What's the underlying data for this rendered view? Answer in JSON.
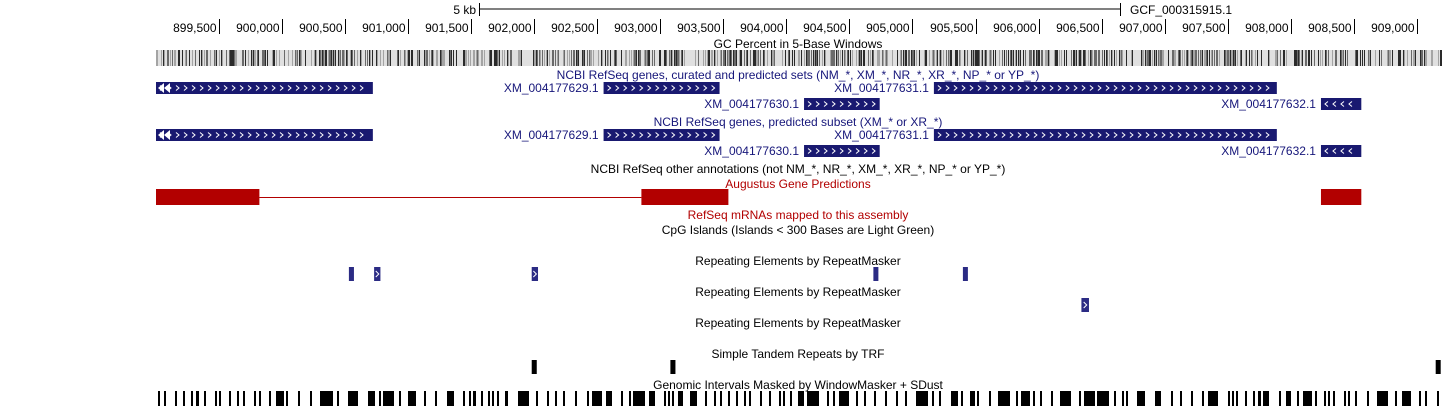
{
  "scale_bar": {
    "label": "5 kb",
    "assembly": "GCF_000315915.1"
  },
  "ruler": {
    "start": 899000,
    "end": 909200,
    "ticks": [
      899500,
      900000,
      900500,
      901000,
      901500,
      902000,
      902500,
      903000,
      903500,
      904000,
      904500,
      905000,
      905500,
      906000,
      906500,
      907000,
      907500,
      908000,
      908500,
      909000
    ],
    "tick_labels": [
      "899,500",
      "900,000",
      "900,500",
      "901,000",
      "901,500",
      "902,000",
      "902,500",
      "903,000",
      "903,500",
      "904,000",
      "904,500",
      "905,000",
      "905,500",
      "906,000",
      "906,500",
      "907,000",
      "907,500",
      "908,000",
      "908,500",
      "909,000"
    ]
  },
  "colors": {
    "gene_navy": "#191970",
    "track_title_navy": "#16167a",
    "augustus_red": "#b20000",
    "refseq_red": "#b20000",
    "repeat_blue": "#2b2b84",
    "black": "#000000",
    "text": "#000000"
  },
  "tracks": {
    "gc_percent": {
      "title": "GC Percent in 5-Base Windows"
    },
    "refseq_all": {
      "title": "NCBI RefSeq genes, curated and predicted sets (NM_*, XM_*, NR_*, XR_*, NP_* or YP_*)",
      "genes": [
        {
          "name": "",
          "start": 899000,
          "end": 900720,
          "row": 0,
          "strand": "+",
          "label_side": "none"
        },
        {
          "name": "XM_004177629.1",
          "start": 902550,
          "end": 903470,
          "row": 0,
          "strand": "+",
          "label_side": "left"
        },
        {
          "name": "XM_004177631.1",
          "start": 905170,
          "end": 907890,
          "row": 0,
          "strand": "+",
          "label_side": "left"
        },
        {
          "name": "XM_004177630.1",
          "start": 904140,
          "end": 904740,
          "row": 1,
          "strand": "+",
          "label_side": "left"
        },
        {
          "name": "XM_004177632.1",
          "start": 908240,
          "end": 908560,
          "row": 1,
          "strand": "-",
          "label_side": "left"
        }
      ]
    },
    "refseq_predicted": {
      "title": "NCBI RefSeq genes, predicted subset (XM_* or XR_*)",
      "genes": [
        {
          "name": "",
          "start": 899000,
          "end": 900720,
          "row": 0,
          "strand": "+",
          "label_side": "none"
        },
        {
          "name": "XM_004177629.1",
          "start": 902550,
          "end": 903470,
          "row": 0,
          "strand": "+",
          "label_side": "left"
        },
        {
          "name": "XM_004177631.1",
          "start": 905170,
          "end": 907890,
          "row": 0,
          "strand": "+",
          "label_side": "left"
        },
        {
          "name": "XM_004177630.1",
          "start": 904140,
          "end": 904740,
          "row": 1,
          "strand": "+",
          "label_side": "left"
        },
        {
          "name": "XM_004177632.1",
          "start": 908240,
          "end": 908560,
          "row": 1,
          "strand": "-",
          "label_side": "left"
        }
      ]
    },
    "refseq_other": {
      "title": "NCBI RefSeq other annotations (not NM_*, NR_*, XM_*, XR_*, NP_* or YP_*)"
    },
    "augustus": {
      "title": "Augustus Gene Predictions",
      "blocks": [
        {
          "start": 899000,
          "end": 899820
        },
        {
          "start": 902850,
          "end": 903540
        },
        {
          "start": 908240,
          "end": 908560
        }
      ],
      "intron": {
        "start": 899820,
        "end": 902850
      }
    },
    "refseq_mrna": {
      "title": "RefSeq mRNAs mapped to this assembly"
    },
    "cpg": {
      "title": "CpG Islands (Islands < 300 Bases are Light Green)"
    },
    "rmsk1": {
      "title": "Repeating Elements by RepeatMasker",
      "items": [
        {
          "start": 900530,
          "end": 900570,
          "chevron": false
        },
        {
          "start": 900730,
          "end": 900780,
          "chevron": true
        },
        {
          "start": 901980,
          "end": 902030,
          "chevron": true
        },
        {
          "start": 904690,
          "end": 904720,
          "chevron": false
        },
        {
          "start": 905400,
          "end": 905430,
          "chevron": false
        }
      ]
    },
    "rmsk2": {
      "title": "Repeating Elements by RepeatMasker",
      "items": [
        {
          "start": 906340,
          "end": 906400,
          "chevron": true
        }
      ]
    },
    "rmsk3": {
      "title": "Repeating Elements by RepeatMasker"
    },
    "trf": {
      "title": "Simple Tandem Repeats by TRF",
      "items": [
        {
          "start": 901980,
          "end": 902020
        },
        {
          "start": 903080,
          "end": 903120
        },
        {
          "start": 909150,
          "end": 909180
        }
      ]
    },
    "windowmasker": {
      "title": "Genomic Intervals Masked by WindowMasker + SDust"
    }
  }
}
